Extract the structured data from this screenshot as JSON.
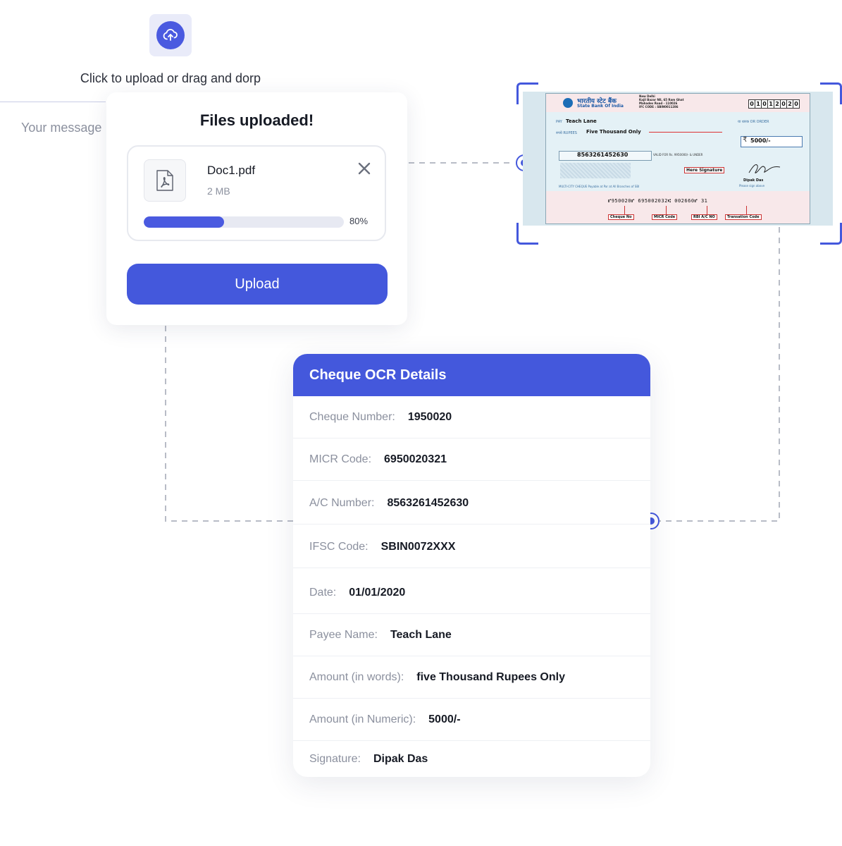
{
  "upload": {
    "hint": "Click to upload or drag and dorp",
    "message_placeholder": "Your message"
  },
  "files_card": {
    "title": "Files uploaded!",
    "file": {
      "name": "Doc1.pdf",
      "size": "2 MB",
      "progress_label": "80%",
      "progress": 0.4
    },
    "upload_button": "Upload"
  },
  "cheque_image": {
    "bank_name_hi": "भारतीय स्टेट बैंक",
    "bank_name_en": "State Bank Of India",
    "branch_lines": [
      "New Delhi",
      "Kajil Bazar Nll, 65 Ram Ghat",
      "Mahadev Road - 110026",
      "IFC CODE : SBIN0011286"
    ],
    "date_digits": [
      "0",
      "1",
      "0",
      "1",
      "2",
      "0",
      "2",
      "0"
    ],
    "pay_label": "PAY",
    "payee": "Teach Lane",
    "or_order": "या धारक OR ORDER",
    "rupees_label": "रुपये RUPEES",
    "amount_words": "Five Thousand Only",
    "amount_numeric": "5000/-",
    "account_number": "8563261452630",
    "valid_text": "VALID FOR Rs. 9950000/- & UNDER",
    "signature_label": "Here Signature",
    "signer_name": "Dipak Das",
    "sign_above": "Please sign above",
    "multi_city": "MULTI-CITY CHEQUE Payable at Par at All Branches of SBI",
    "micr_line": "⑈950020⑈ 695002032⑆ 002660⑈ 31",
    "micr_labels": [
      "Cheque No",
      "MICR Code",
      "RBI A/C NO",
      "Transation Code"
    ]
  },
  "ocr_details": {
    "title": "Cheque OCR Details",
    "rows": [
      {
        "label": "Cheque Number:",
        "value": "1950020"
      },
      {
        "label": "MICR Code:",
        "value": "6950020321"
      },
      {
        "label": "A/C Number:",
        "value": "8563261452630"
      },
      {
        "label": "IFSC Code:",
        "value": "SBIN0072XXX"
      },
      {
        "label": "Date:",
        "value": "01/01/2020"
      },
      {
        "label": "Payee Name:",
        "value": "Teach Lane"
      },
      {
        "label": "Amount (in words):",
        "value": "five Thousand Rupees Only"
      },
      {
        "label": "Amount (in Numeric):",
        "value": "5000/-"
      },
      {
        "label": "Signature:",
        "value": "Dipak Das"
      }
    ]
  },
  "colors": {
    "accent": "#4458dc",
    "icon_bg": "#e9ebf9",
    "connector": "#b8bcc6",
    "muted_text": "#8b909e"
  },
  "icons": [
    "cloud-upload-icon",
    "pdf-file-icon",
    "close-icon",
    "connector-node-icon"
  ]
}
